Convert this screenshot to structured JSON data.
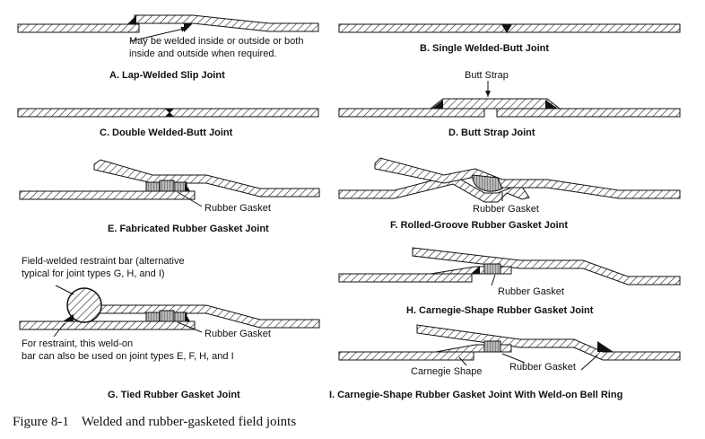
{
  "joints": [
    {
      "id": "A",
      "caption": "A. Lap-Welded Slip Joint",
      "notes": [
        "May be welded inside or outside or both",
        "inside and outside when required."
      ]
    },
    {
      "id": "B",
      "caption": "B. Single Welded-Butt Joint"
    },
    {
      "id": "C",
      "caption": "C. Double Welded-Butt Joint"
    },
    {
      "id": "D",
      "caption": "D. Butt Strap Joint",
      "label": "Butt Strap"
    },
    {
      "id": "E",
      "caption": "E. Fabricated Rubber Gasket Joint",
      "label": "Rubber Gasket"
    },
    {
      "id": "F",
      "caption": "F. Rolled-Groove Rubber Gasket Joint",
      "label": "Rubber Gasket"
    },
    {
      "id": "G",
      "caption": "G. Tied Rubber Gasket Joint",
      "notes_top": [
        "Field-welded restraint bar (alternative",
        "typical for joint types G, H, and I)"
      ],
      "notes_bottom": [
        "For restraint, this weld-on",
        "bar can also be used on joint types E, F, H, and I"
      ],
      "label": "Rubber Gasket"
    },
    {
      "id": "H",
      "caption": "H. Carnegie-Shape Rubber Gasket Joint",
      "label": "Rubber Gasket"
    },
    {
      "id": "I",
      "caption": "I. Carnegie-Shape Rubber Gasket Joint With Weld-on Bell Ring",
      "label": "Rubber Gasket",
      "label2": "Carnegie Shape"
    }
  ],
  "figure": {
    "number": "Figure 8-1",
    "title": "Welded and rubber-gasketed field joints"
  }
}
